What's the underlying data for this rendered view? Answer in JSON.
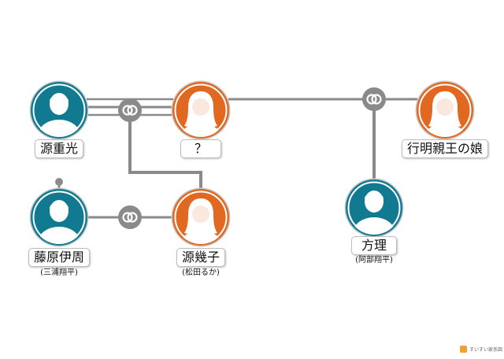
{
  "colors": {
    "male": "#117a91",
    "female": "#e06821",
    "line": "#8a8a8a",
    "ring_stroke": "#ffffff",
    "ring_outline": "#c9c9c9"
  },
  "people": [
    {
      "id": "minamoto-shigemitsu",
      "name": "源重光",
      "gender": "male",
      "actor": ""
    },
    {
      "id": "unknown-wife",
      "name": "？",
      "gender": "female",
      "actor": ""
    },
    {
      "id": "yukiakira-daughter",
      "name": "行明親王の娘",
      "gender": "female",
      "actor": ""
    },
    {
      "id": "fujiwara-korechika",
      "name": "藤原伊周",
      "gender": "male",
      "actor": "(三浦翔平)"
    },
    {
      "id": "minamoto-ikuko",
      "name": "源幾子",
      "gender": "female",
      "actor": "(松田るか)"
    },
    {
      "id": "kata-masa",
      "name": "方理",
      "gender": "male",
      "actor": "(阿部翔平)"
    }
  ],
  "logo": {
    "text": "すいすい家系図"
  }
}
